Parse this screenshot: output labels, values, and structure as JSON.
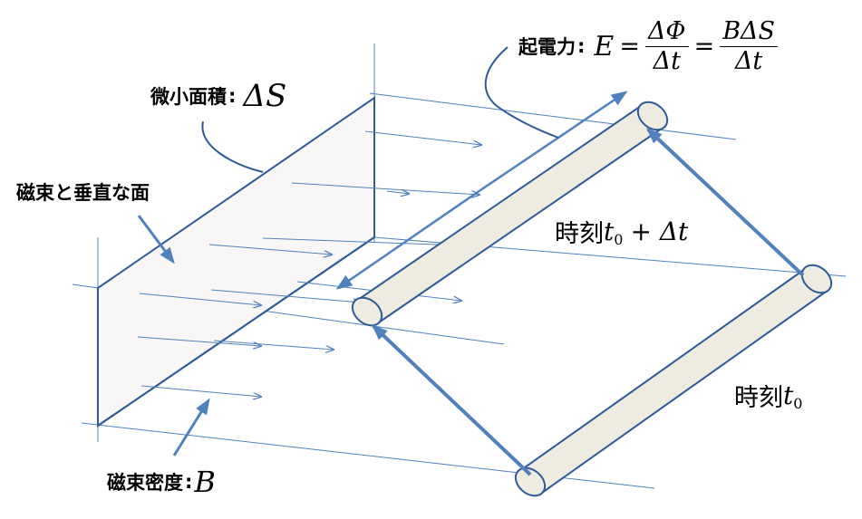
{
  "labels": {
    "emf": "起電力",
    "area": "微小面積",
    "area_symbol": "ΔS",
    "perpendicular_surface": "磁束と垂直な面",
    "flux_density": "磁束密度",
    "flux_symbol": "B",
    "time_later_prefix": "時刻",
    "time_later_t": "t",
    "time_later_sub": "0",
    "time_later_plus": "+ Δt",
    "time_now_prefix": "時刻",
    "time_now_t": "t",
    "time_now_sub": "0"
  },
  "formula": {
    "lhs": "E",
    "eq1": "=",
    "frac1_num": "ΔΦ",
    "frac1_den": "Δt",
    "eq2": "=",
    "frac2_num": "BΔS",
    "frac2_den": "Δt",
    "colon": ":"
  },
  "colors": {
    "arrow_blue": "#4F81BD",
    "line_blue": "#2E5A96",
    "rod_fill": "#EEECE1",
    "plane_fill": "#F9F7F6"
  }
}
